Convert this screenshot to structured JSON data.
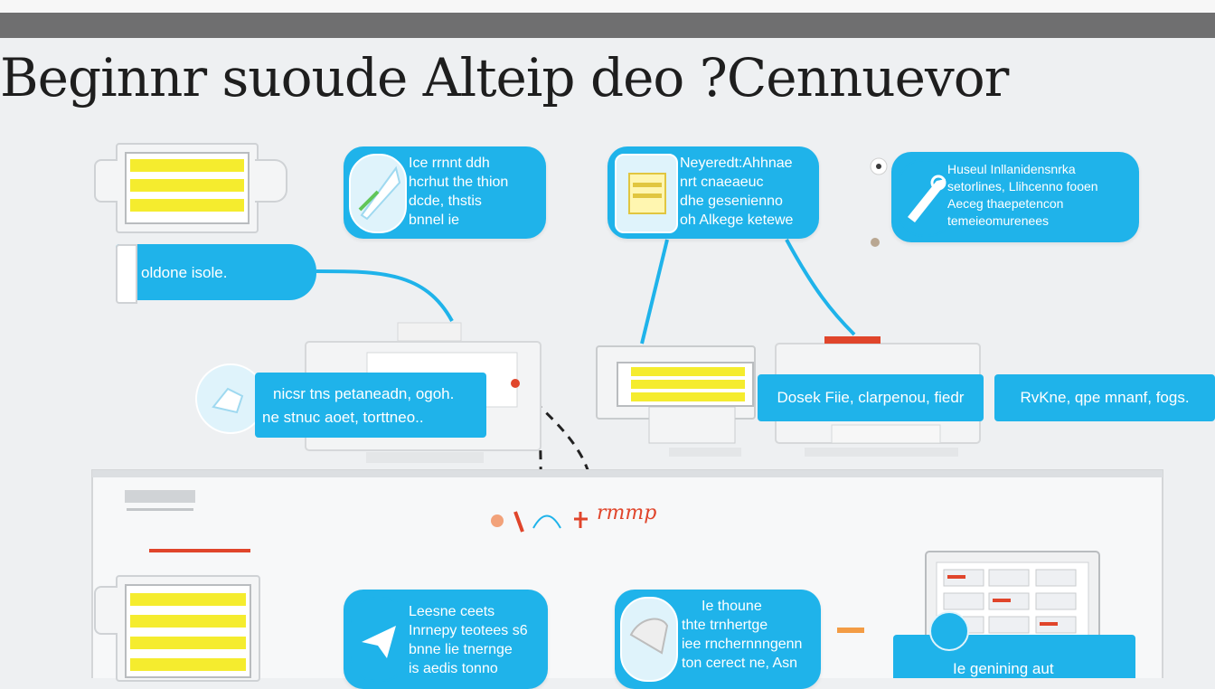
{
  "colors": {
    "accent": "#1fb3ea",
    "title": "#1e1e1e",
    "highlight": "#f5ec2e",
    "warning": "#e0452b"
  },
  "title": "Beginnr suoude Alteip deo ?Cennuevor",
  "bubbles": {
    "b1": {
      "lines": [
        "Ice rrnnt ddh",
        "hcrhut the thion",
        "dcde, thstis",
        "bnnel ie"
      ],
      "icon": "feather-icon"
    },
    "b2": {
      "lines": [
        "Neyeredt:Ahhnae",
        "nrt cnaeaeuc",
        "dhe gesenienno",
        "oh Alkege ketewe"
      ],
      "icon": "folder-icon"
    },
    "b3": {
      "lines": [
        "Huseul Inllanidensnrka",
        "setorlines, Llihcenno fooen",
        "Aeceg thaepetencon",
        "temeieomurenees"
      ],
      "icon": "wrench-icon"
    },
    "b4": {
      "lines": [
        "Leesne ceets",
        "Inrnepy teotees s6",
        "bnne lie tnernge",
        "is aedis tonno"
      ],
      "icon": "paper-plane-icon"
    },
    "b5": {
      "lines": [
        "Ie thoune",
        "thte trnhertge",
        "iee rnchernnngenn",
        "ton cerect ne, Asn"
      ],
      "icon": "envelope-icon"
    }
  },
  "labels": {
    "oldone": "oldone isole.",
    "dialog": [
      "nicsr tns petaneadn, ogoh.",
      "ne stnuc aoet, torttneo.."
    ],
    "dosek": "Dosek Fiie, clarpenou, fiedr",
    "rvk": "RvKne, qpe mnanf, fogs.",
    "bottom_right": "Ie genining aut"
  },
  "center_glyph": "rmmp",
  "icons": [
    "feather-icon",
    "folder-icon",
    "wrench-icon",
    "paper-plane-icon",
    "envelope-icon",
    "globe-icon",
    "monitor-icon"
  ]
}
